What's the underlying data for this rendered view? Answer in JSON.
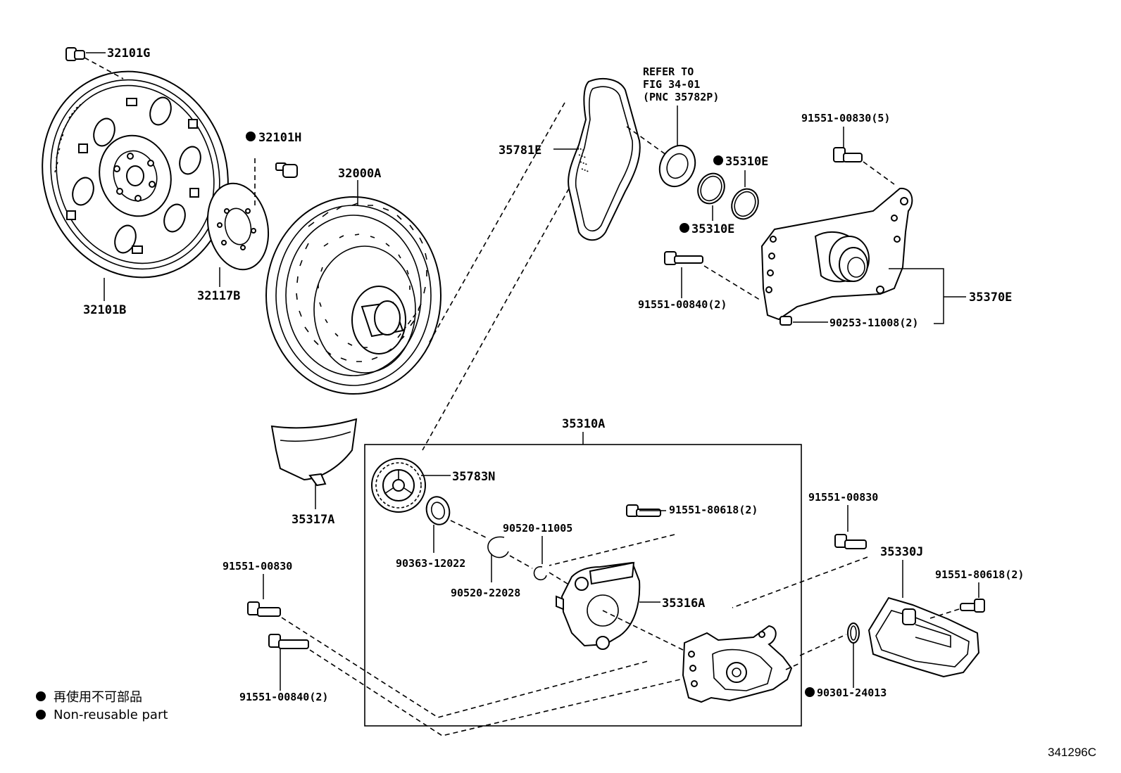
{
  "labels": {
    "l32101G": "32101G",
    "l32101H": "32101H",
    "l32000A": "32000A",
    "l32101B": "32101B",
    "l32117B": "32117B",
    "l35781E": "35781E",
    "refer1": "REFER TO",
    "refer2": "FIG 34-01",
    "refer3": "(PNC 35782P)",
    "l35310E_a": "35310E",
    "l35310E_b": "35310E",
    "l91551_00830_5": "91551-00830(5)",
    "l91551_00840_2a": "91551-00840(2)",
    "l35370E": "35370E",
    "l90253_11008_2": "90253-11008(2)",
    "l35310A": "35310A",
    "l35317A": "35317A",
    "l35783N": "35783N",
    "l91551_80618_2a": "91551-80618(2)",
    "l90520_11005": "90520-11005",
    "l90363_12022": "90363-12022",
    "l90520_22028": "90520-22028",
    "l35316A": "35316A",
    "l91551_00830_a": "91551-00830",
    "l91551_00830_b": "91551-00830",
    "l35330J": "35330J",
    "l91551_80618_2b": "91551-80618(2)",
    "l91551_00840_2b": "91551-00840(2)",
    "l90301_24013": "90301-24013"
  },
  "legend": {
    "jp": "再使用不可部品",
    "en": "Non-reusable part"
  },
  "figure_number": "341296C"
}
